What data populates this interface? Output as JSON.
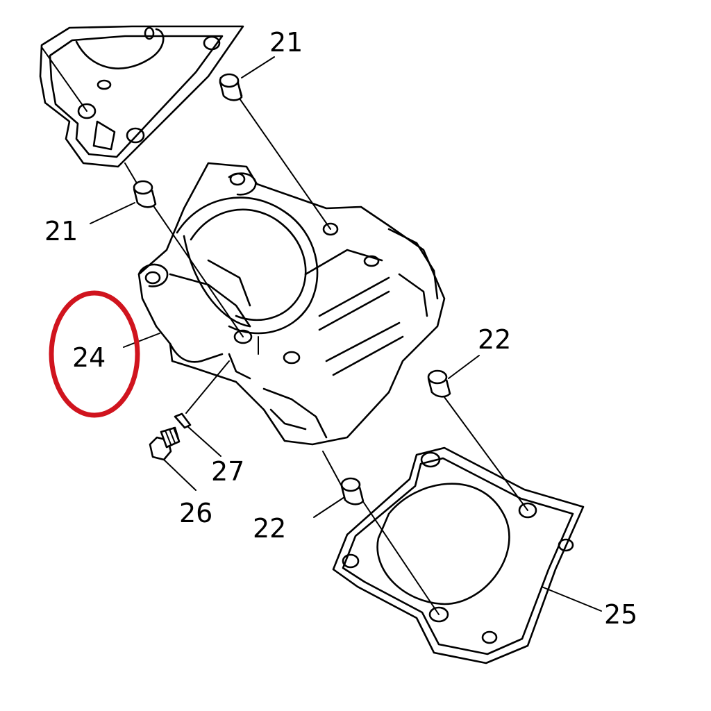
{
  "labels": {
    "dowel_pin_top": "21",
    "dowel_pin_left": "21",
    "cylinder": "24",
    "dowel_pin_right": "22",
    "dowel_pin_bottom": "22",
    "cylinder_gasket": "25",
    "bolt": "26",
    "pin": "27"
  },
  "highlight_color": "#d0141e"
}
